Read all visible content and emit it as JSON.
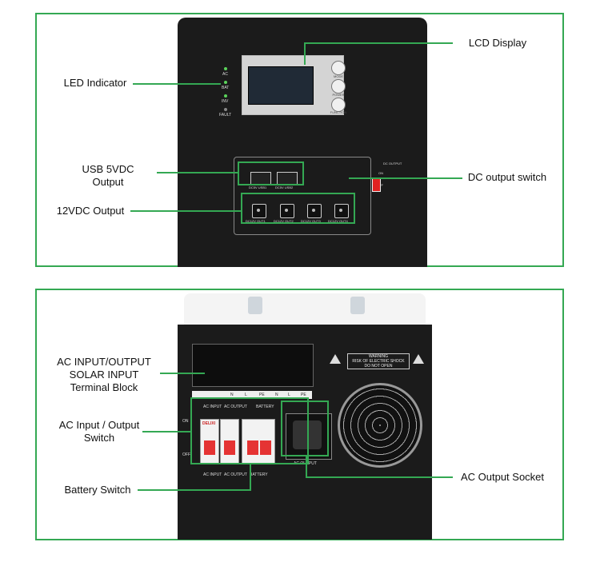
{
  "callouts": {
    "led_indicator": "LED Indicator",
    "lcd_display": "LCD Display",
    "usb_output_line1": "USB 5VDC",
    "usb_output_line2": "Output",
    "dc_output_switch": "DC output switch",
    "dc12_output": "12VDC Output",
    "terminal_line1": "AC INPUT/OUTPUT",
    "terminal_line2": "SOLAR INPUT",
    "terminal_line3": "Terminal Block",
    "ac_switch_line1": "AC Input / Output",
    "ac_switch_line2": "Switch",
    "battery_switch": "Battery Switch",
    "ac_output_socket": "AC Output Socket"
  },
  "front_panel": {
    "leds": [
      "AC",
      "BAT",
      "INV",
      "FAULT"
    ],
    "lcd_buttons": [
      "MODE",
      "POWER",
      "FUNCTION"
    ],
    "usb_ports": [
      "DC5V USB1",
      "DC5V USB2"
    ],
    "dc_output_label": "DC OUTPUT",
    "switch_on": "ON",
    "switch_off": "OFF",
    "dc_ports": [
      "DC12V OUT1",
      "DC12V OUT2",
      "DC12V OUT3",
      "DC12V OUT4"
    ]
  },
  "back_panel": {
    "terminals": [
      "N",
      "L",
      "PE",
      "N",
      "L",
      "PE"
    ],
    "breaker_brand": "DELIXI",
    "breaker_top_labels": [
      "AC INPUT",
      "AC OUTPUT",
      "BATTERY"
    ],
    "breaker_bottom_labels": [
      "AC INPUT",
      "AC OUTPUT",
      "BATTERY"
    ],
    "breaker_on": "ON",
    "breaker_off": "OFF",
    "socket_label": "AC OUTPUT",
    "warning_title": "WARNING",
    "warning_line1": "RISK OF ELECTRIC SHOCK",
    "warning_line2": "DO NOT OPEN"
  },
  "colors": {
    "accent": "#34a853",
    "unit_body": "#1b1b1b",
    "switch_red": "#e02222"
  }
}
